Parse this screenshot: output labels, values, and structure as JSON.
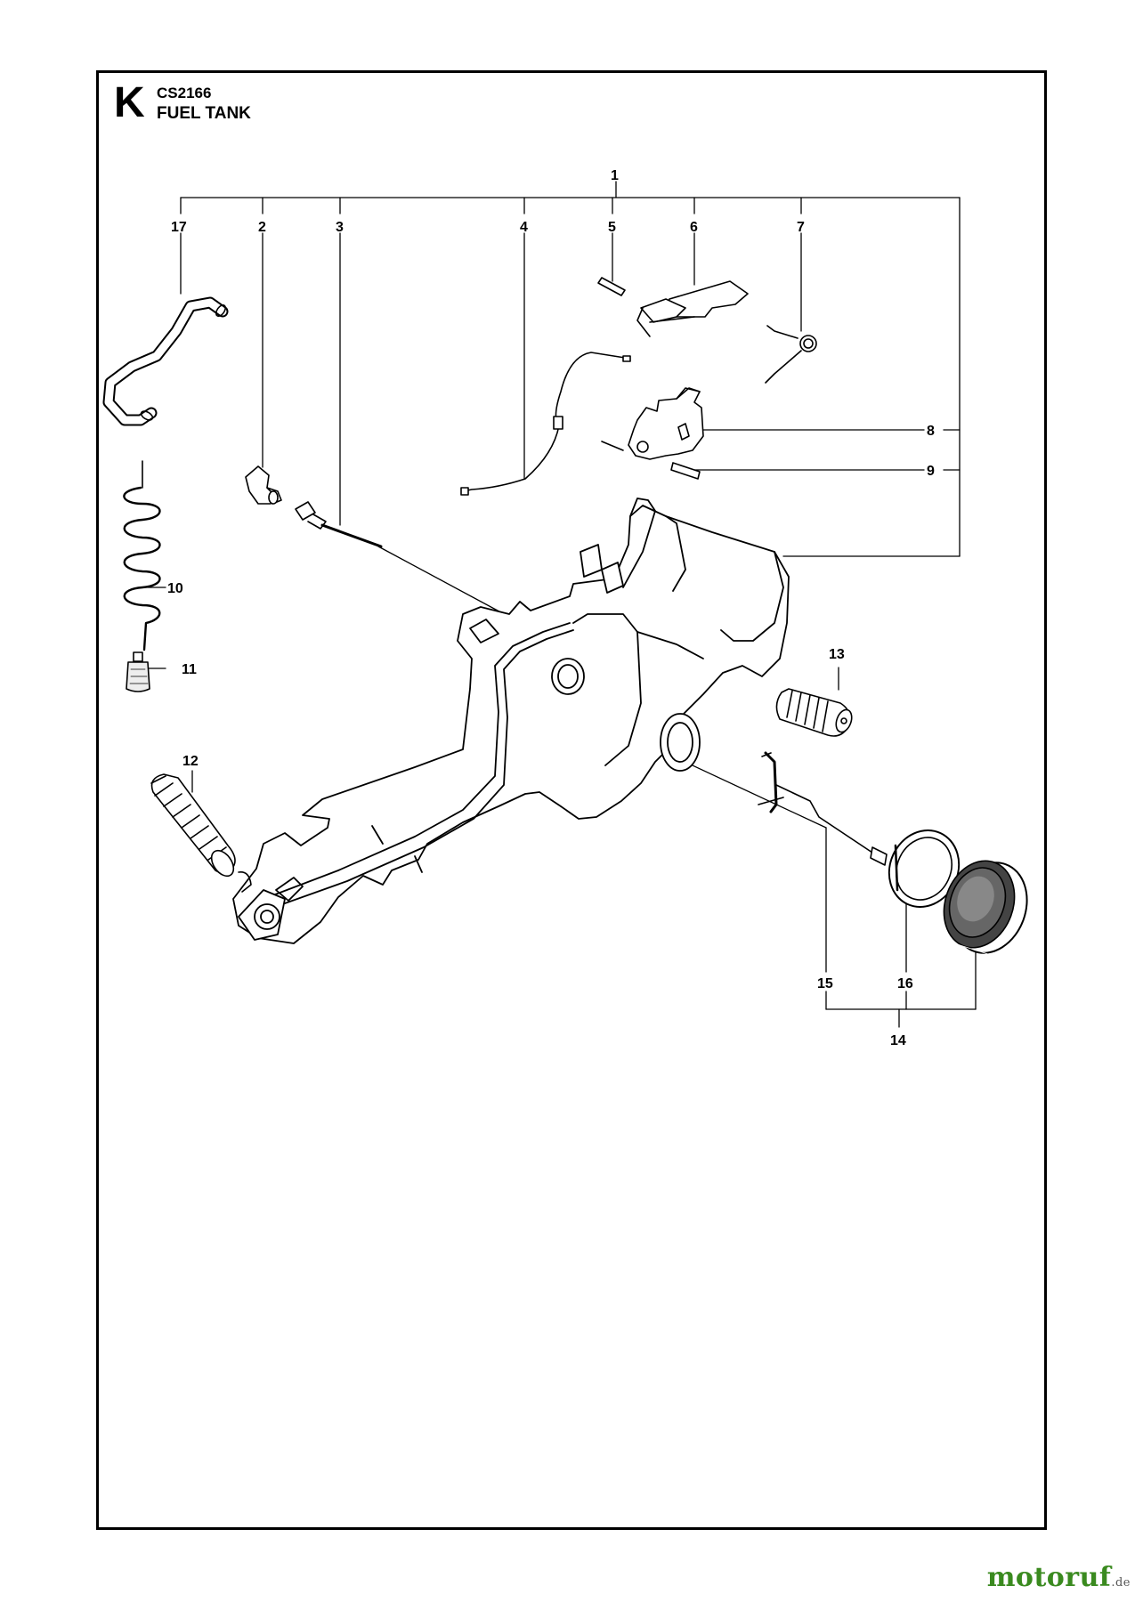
{
  "header": {
    "section_letter": "K",
    "model": "CS2166",
    "title": "FUEL TANK"
  },
  "callouts": [
    "1",
    "2",
    "3",
    "4",
    "5",
    "6",
    "7",
    "8",
    "9",
    "10",
    "11",
    "12",
    "13",
    "14",
    "15",
    "16",
    "17"
  ],
  "watermark": {
    "brand": "motoruf",
    "suffix": ".de"
  }
}
